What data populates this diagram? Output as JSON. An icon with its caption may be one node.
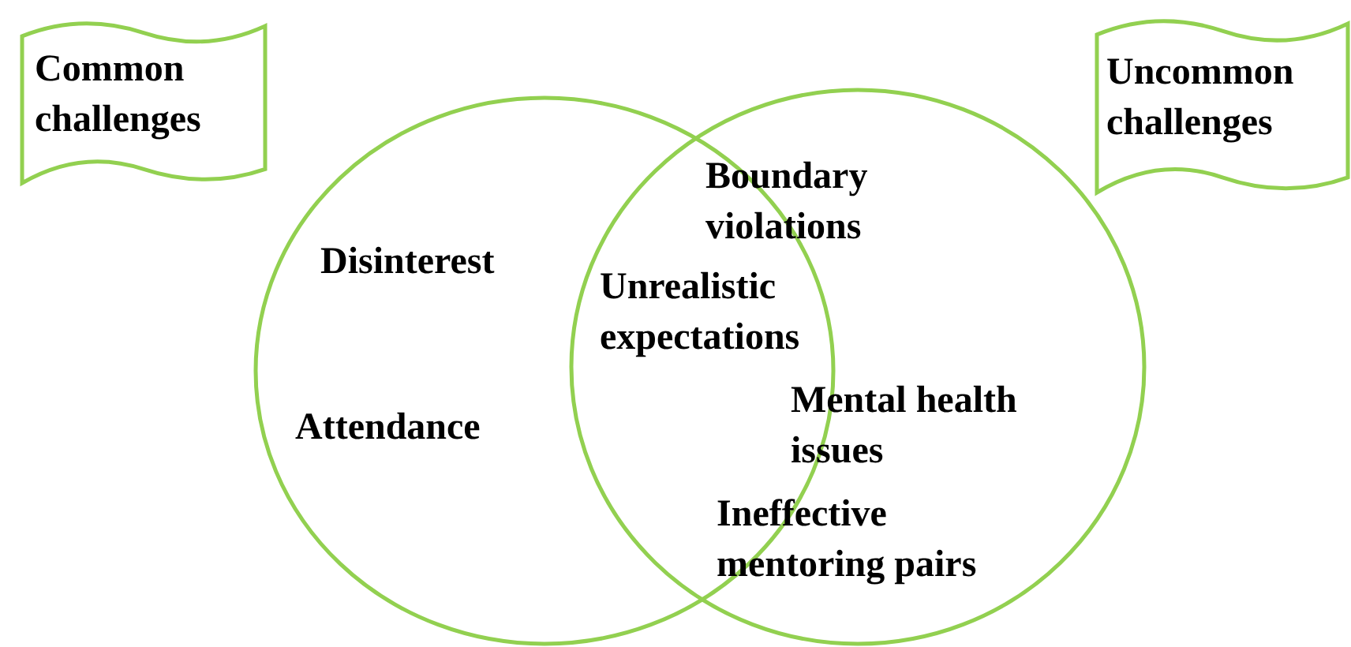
{
  "diagram": {
    "nodes": [
      {
        "text": [
          "Common challenges"
        ]
      },
      {
        "text": [
          "Uncommon challenges"
        ]
      },
      {
        "text": [],
        "shape": "circle"
      },
      {
        "text": [],
        "shape": "circle"
      }
    ],
    "labels": [
      "Boundary violations",
      "Disinterest",
      "Unrealistic expectations",
      "Attendance",
      "Mental health issues",
      "Ineffective mentoring pairs"
    ]
  }
}
